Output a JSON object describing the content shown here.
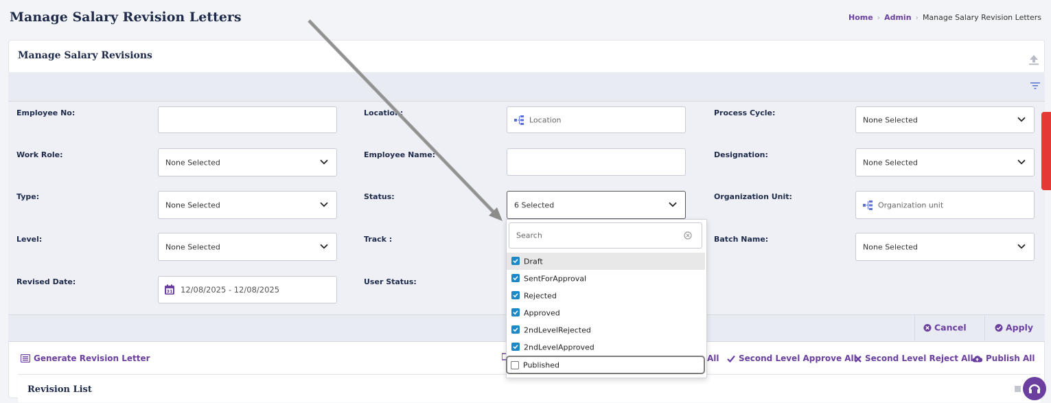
{
  "page": {
    "title": "Manage Salary Revision Letters",
    "breadcrumb": [
      "Home",
      "Admin",
      "Manage Salary Revision Letters"
    ]
  },
  "card": {
    "title": "Manage Salary Revisions"
  },
  "filters": {
    "employee_no": {
      "label": "Employee No:",
      "value": ""
    },
    "location": {
      "label": "Location:",
      "placeholder": "Location"
    },
    "process_cycle": {
      "label": "Process Cycle:",
      "value": "None Selected"
    },
    "work_role": {
      "label": "Work Role:",
      "value": "None Selected"
    },
    "employee_name": {
      "label": "Employee Name:",
      "value": ""
    },
    "designation": {
      "label": "Designation:",
      "value": "None Selected"
    },
    "type": {
      "label": "Type:",
      "value": "None Selected"
    },
    "status": {
      "label": "Status:",
      "value": "6 Selected"
    },
    "organization_unit": {
      "label": "Organization Unit:",
      "placeholder": "Organization unit"
    },
    "level": {
      "label": "Level:",
      "value": "None Selected"
    },
    "track": {
      "label": "Track :"
    },
    "batch_name": {
      "label": "Batch Name:",
      "value": "None Selected"
    },
    "revised_date": {
      "label": "Revised Date:",
      "value": "12/08/2025 - 12/08/2025"
    },
    "user_status": {
      "label": "User Status:"
    }
  },
  "status_dropdown": {
    "search_placeholder": "Search",
    "options": [
      {
        "label": "Draft",
        "checked": true
      },
      {
        "label": "SentForApproval",
        "checked": true
      },
      {
        "label": "Rejected",
        "checked": true
      },
      {
        "label": "Approved",
        "checked": true
      },
      {
        "label": "2ndLevelRejected",
        "checked": true
      },
      {
        "label": "2ndLevelApproved",
        "checked": true
      },
      {
        "label": "Published",
        "checked": false
      }
    ]
  },
  "footer": {
    "cancel": "Cancel",
    "apply": "Apply"
  },
  "actions": {
    "generate": "Generate Revision Letter",
    "reject_all_fragment": "All",
    "second_level_approve_all": "Second Level Approve All",
    "second_level_reject_all": "Second Level Reject All",
    "publish_all": "Publish All"
  },
  "revision_list": {
    "title": "Revision List"
  },
  "colors": {
    "accent": "#6b3fa0",
    "checkbox": "#1e88c4",
    "side_tab": "#e53935"
  }
}
